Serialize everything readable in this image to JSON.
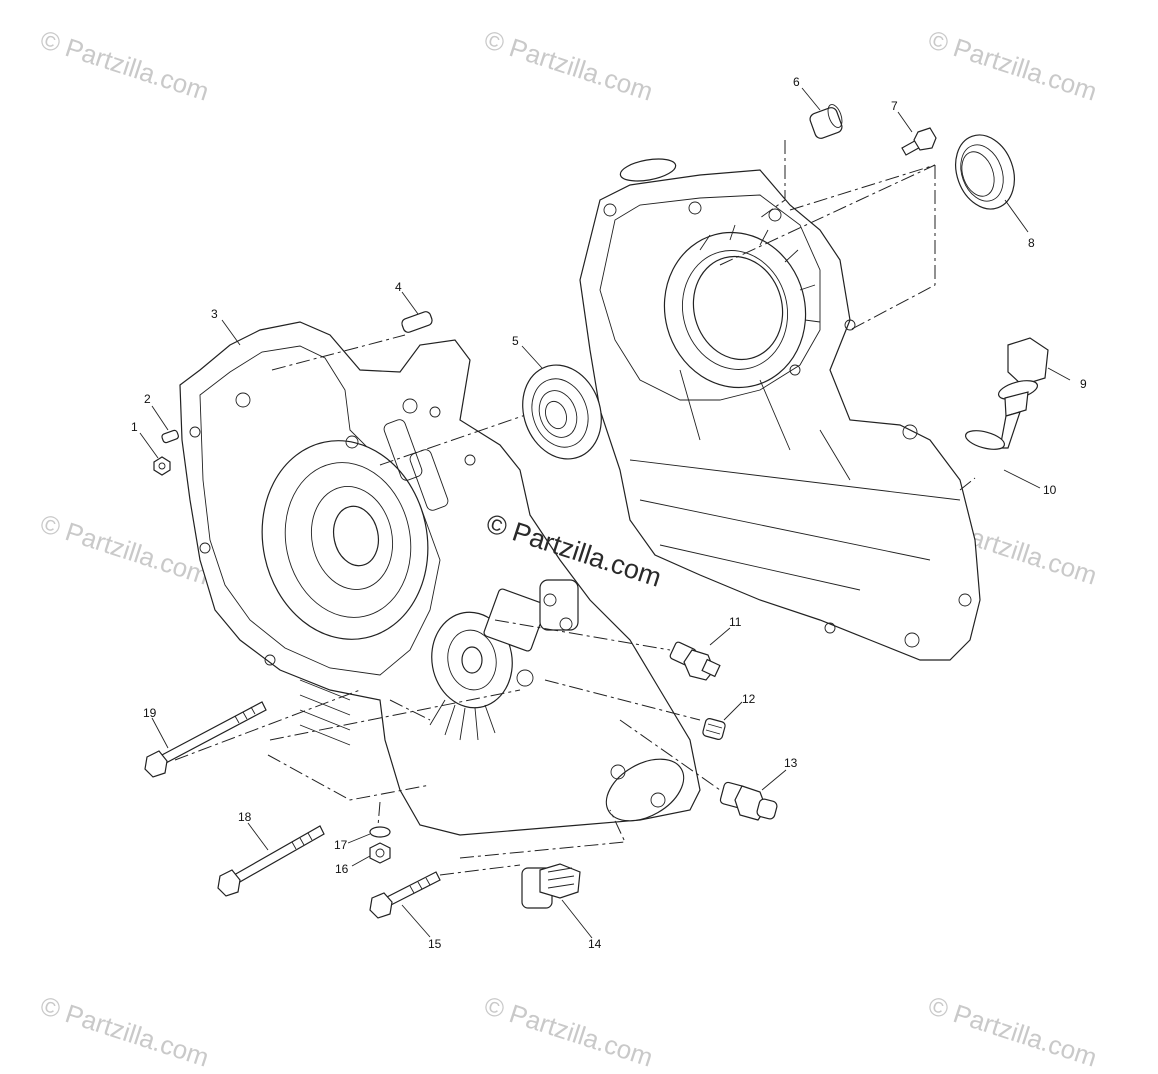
{
  "watermark": "© Partzilla.com",
  "center_watermark": "© Partzilla.com",
  "callouts": [
    "1",
    "2",
    "3",
    "4",
    "5",
    "6",
    "7",
    "8",
    "9",
    "10",
    "11",
    "12",
    "13",
    "14",
    "15",
    "16",
    "17",
    "18",
    "19"
  ]
}
